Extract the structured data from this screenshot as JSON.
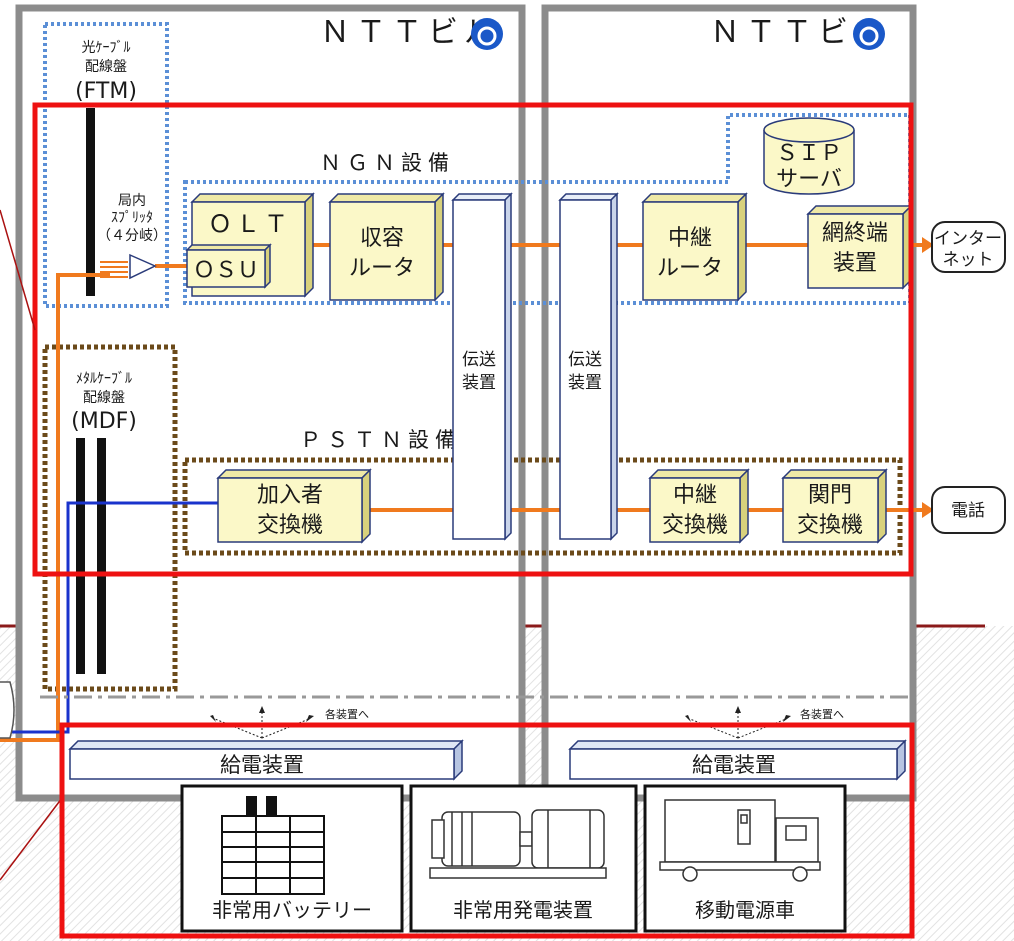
{
  "buildings": [
    {
      "title": "ＮＴＴビル"
    },
    {
      "title": "ＮＴＴビル"
    }
  ],
  "ftm": {
    "line1": "光ｹｰﾌﾞﾙ",
    "line2": "配線盤",
    "line3": "(FTM)"
  },
  "splitter": {
    "line1": "局内",
    "line2": "ｽﾌﾟﾘｯﾀ",
    "line3": "（４分岐）"
  },
  "mdf": {
    "line1": "ﾒﾀﾙｹｰﾌﾞﾙ",
    "line2": "配線盤",
    "line3": "(MDF)"
  },
  "ngn": {
    "section_label": "ＮＧＮ設備",
    "olt": "ＯＬＴ",
    "osu": "ＯＳＵ",
    "router_line1": "収容",
    "router_line2": "ルータ",
    "relay_router_line1": "中継",
    "relay_router_line2": "ルータ",
    "gw_line1": "網終端",
    "gw_line2": "装置",
    "sip_line1": "ＳＩＰ",
    "sip_line2": "サーバ"
  },
  "transmission": [
    {
      "line1": "伝送",
      "line2": "装置"
    },
    {
      "line1": "伝送",
      "line2": "装置"
    }
  ],
  "pstn": {
    "section_label": "ＰＳＴＮ設備",
    "subscriber_line1": "加入者",
    "subscriber_line2": "交換機",
    "relay_line1": "中継",
    "relay_line2": "交換機",
    "gateway_line1": "関門",
    "gateway_line2": "交換機"
  },
  "terminals": {
    "internet_line1": "インター",
    "internet_line2": "ネット",
    "phone": "電話"
  },
  "power": {
    "feed_to_each": "各装置へ",
    "supply_unit": "給電装置",
    "backup": [
      "非常用バッテリー",
      "非常用発電装置",
      "移動電源車"
    ]
  },
  "colors": {
    "building_frame": "#8c8c8c",
    "red_frame": "#ee1111",
    "optical_line": "#f07a1e",
    "metal_line": "#1a33cc",
    "ngn_dotted": "#5b8fd6",
    "pstn_dotted": "#6b4a1a",
    "box_fill": "#fbf8c8",
    "ground_stripe": "#8b1a1a"
  }
}
